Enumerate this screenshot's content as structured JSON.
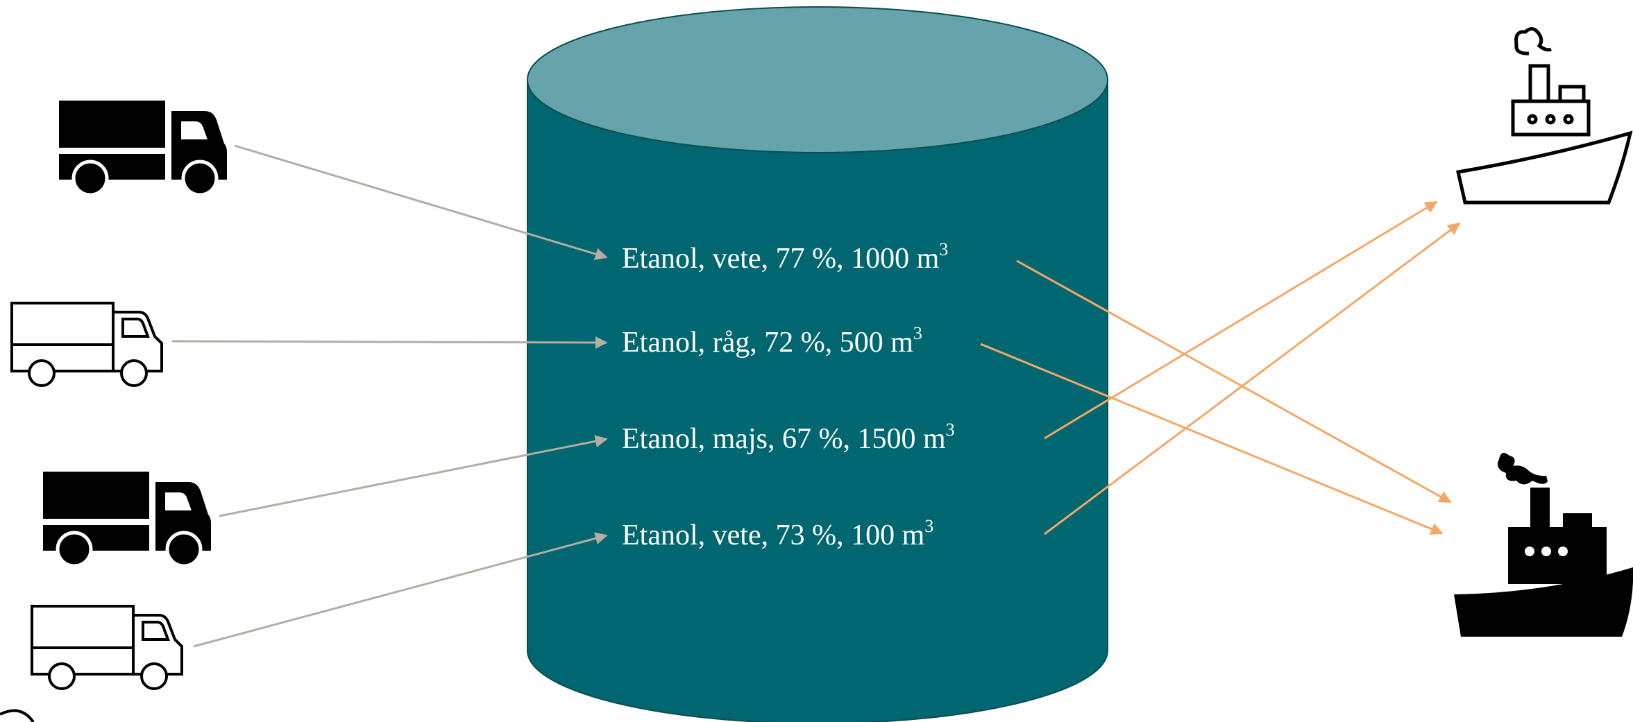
{
  "tank": {
    "contents": [
      {
        "label": "Etanol, vete, 77 %, 1000 m",
        "superscript": "3"
      },
      {
        "label": "Etanol, råg, 72 %, 500 m",
        "superscript": "3"
      },
      {
        "label": "Etanol, majs, 67 %, 1500 m",
        "superscript": "3"
      },
      {
        "label": "Etanol, vete, 73 %, 100 m",
        "superscript": "3"
      }
    ]
  },
  "icons": {
    "trucks": [
      "truck-filled-icon",
      "truck-outline-icon",
      "truck-filled-icon",
      "truck-outline-icon"
    ],
    "ships": [
      "ship-outline-icon",
      "ship-filled-icon"
    ]
  },
  "colors": {
    "tank_body": "#006670",
    "tank_top": "#66A4AB",
    "tank_outline": "#0d4d55",
    "inflow_arrow": "#b5ada4",
    "outflow_arrow": "#f2a967",
    "label_text": "#ffffff"
  }
}
